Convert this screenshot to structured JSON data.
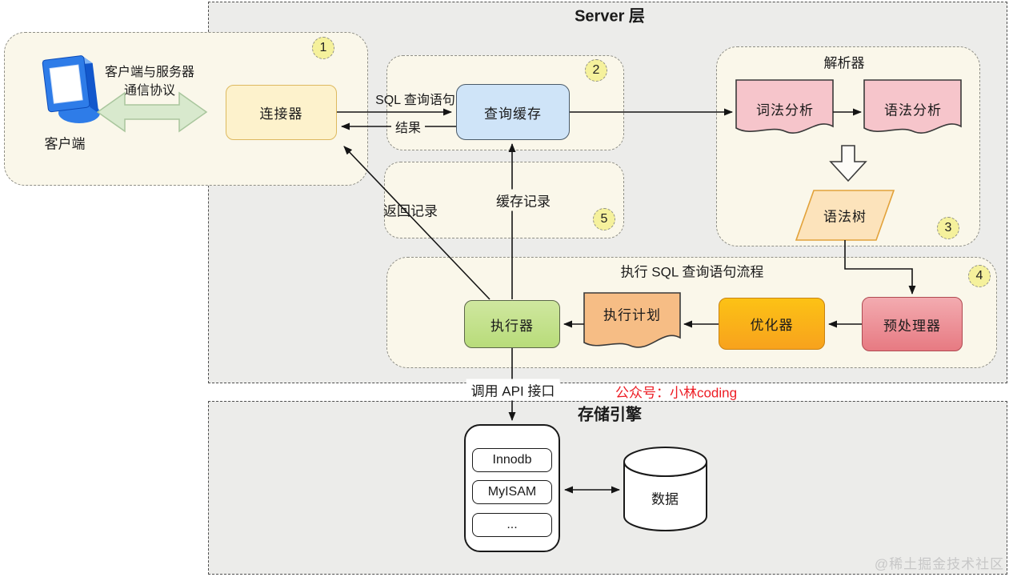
{
  "server_layer": {
    "title": "Server 层"
  },
  "storage_layer": {
    "title": "存储引擎"
  },
  "badges": {
    "step1": "1",
    "step2": "2",
    "step3": "3",
    "step4": "4",
    "step5": "5"
  },
  "client": {
    "label": "客户端",
    "protocol_line1": "客户端与服务器",
    "protocol_line2": "通信协议",
    "connector": "连接器"
  },
  "query_cache": {
    "node": "查询缓存",
    "sql_arrow": "SQL 查询语句",
    "result_arrow": "结果"
  },
  "parser": {
    "title": "解析器",
    "lexical": "词法分析",
    "syntax": "语法分析",
    "syntax_tree": "语法树"
  },
  "cache_record": {
    "label": "缓存记录",
    "return_arrow": "返回记录"
  },
  "execute_flow": {
    "title": "执行 SQL 查询语句流程",
    "executor": "执行器",
    "plan": "执行计划",
    "optimizer": "优化器",
    "preprocessor": "预处理器",
    "api_arrow": "调用 API 接口"
  },
  "storage": {
    "engines": [
      "Innodb",
      "MyISAM",
      "..."
    ],
    "data": "数据"
  },
  "annotations": {
    "wechat": "公众号：小林coding",
    "watermark": "@稀土掘金技术社区"
  },
  "colors": {
    "connector_fill": "#fdf2cc",
    "query_cache_fill": "#cfe4f8",
    "lexical_fill": "#f6c5cb",
    "syntax_tree_fill": "#fce3bb",
    "plan_fill": "#f6bd85",
    "optimizer_fill": "#fbb916",
    "preprocessor_fill": "#ef9299",
    "executor_fill": "#c3e18c",
    "badge_fill": "#f5f19c",
    "zone_fill": "#faf7ea",
    "layer_fill": "#ececea",
    "wechat_red": "#ed1c24",
    "green_arrow_fill": "#d8e9cd"
  }
}
